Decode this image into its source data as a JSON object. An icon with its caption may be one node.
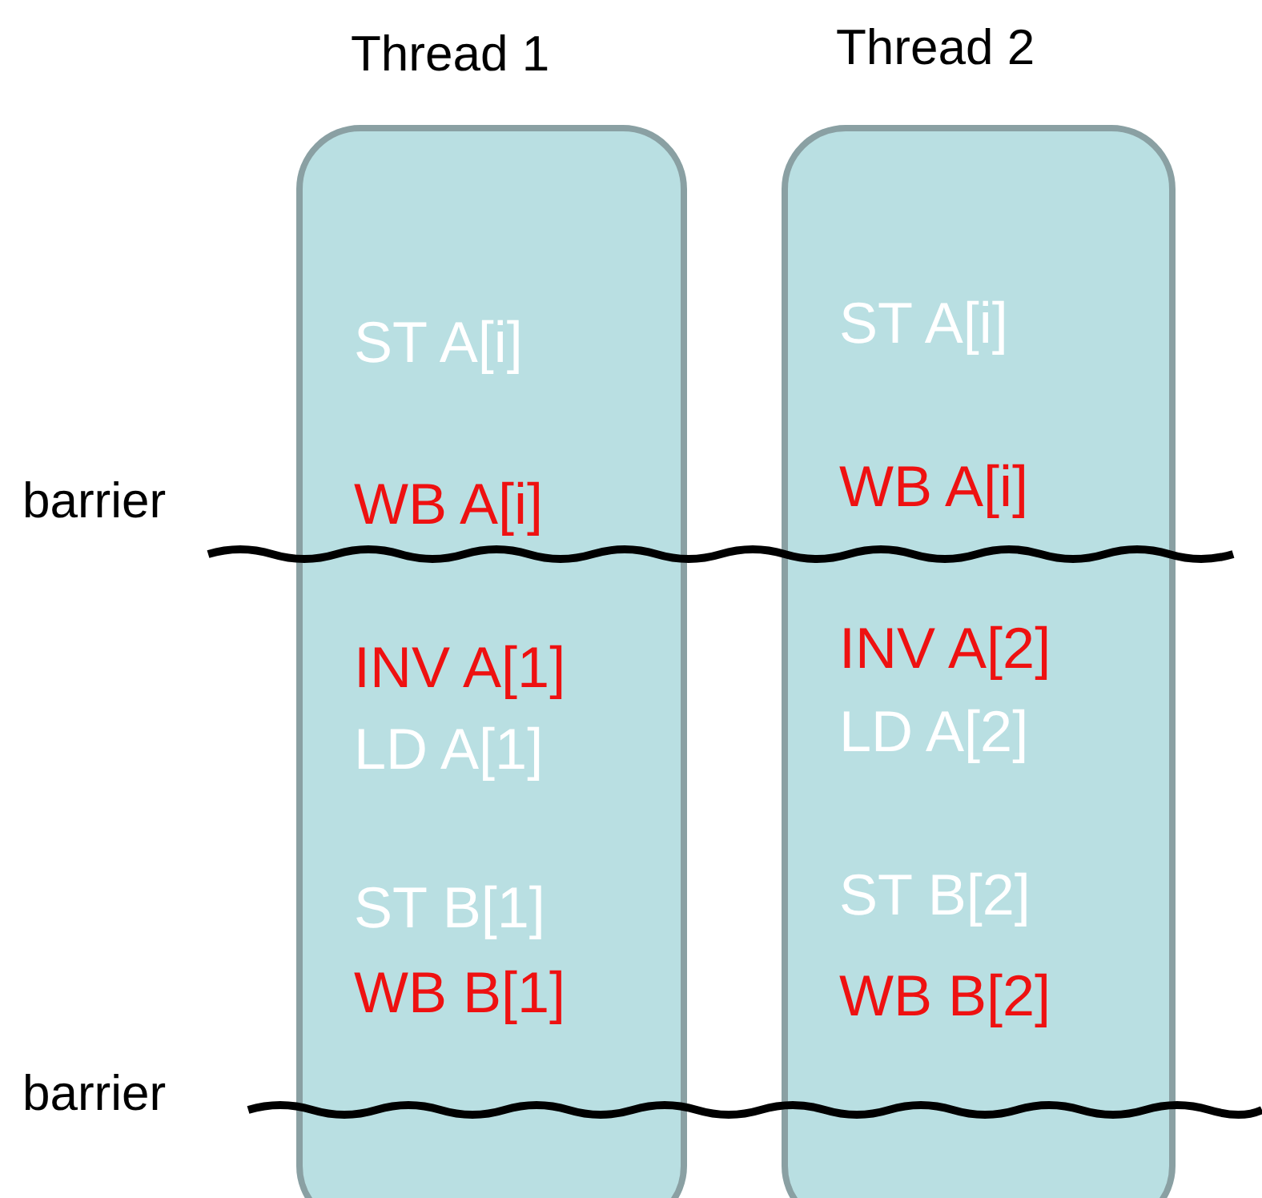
{
  "diagram": {
    "nodes": [
      {
        "text": [
          "Thread 1",
          "ST A[i]",
          "WB A[i]",
          "INV A[1]",
          "LD A[1]",
          "ST B[1]",
          "WB B[1]"
        ]
      },
      {
        "text": [
          "Thread 2",
          "ST A[i]",
          "WB A[i]",
          "INV A[2]",
          "LD A[2]",
          "ST B[2]",
          "WB B[2]"
        ]
      }
    ],
    "edges": [],
    "labels": [
      "barrier",
      "barrier"
    ]
  }
}
